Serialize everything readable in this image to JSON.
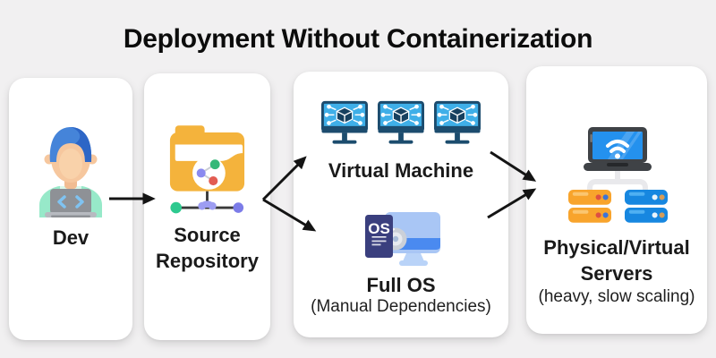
{
  "title": "Deployment Without Containerization",
  "panels": {
    "dev": {
      "label": "Dev"
    },
    "source": {
      "line1": "Source",
      "line2": "Repository"
    },
    "vm_os": {
      "vm_label": "Virtual Machine",
      "os_label": "Full OS",
      "os_sublabel": "(Manual Dependencies)",
      "os_box_text": "OS"
    },
    "servers": {
      "line1": "Physical/Virtual",
      "line2": "Servers",
      "sublabel": "(heavy, slow scaling)"
    }
  },
  "flow": [
    {
      "from": "dev",
      "to": "source-repository"
    },
    {
      "from": "source-repository",
      "to": "virtual-machine"
    },
    {
      "from": "source-repository",
      "to": "full-os"
    },
    {
      "from": "virtual-machine",
      "to": "physical-virtual-servers"
    },
    {
      "from": "full-os",
      "to": "physical-virtual-servers"
    }
  ],
  "icons": {
    "dev": "developer-at-laptop-icon",
    "source": "folder-version-network-icon",
    "vm": "vm-monitor-cube-icon",
    "os": "os-box-disc-monitor-icon",
    "servers": "laptop-with-server-stacks-icon"
  },
  "colors": {
    "background": "#F1F0F1",
    "panel": "#FFFFFF",
    "text": "#1A1A1A",
    "arrow": "#141414",
    "hair_blue": "#4584D9",
    "shirt_mint": "#97E9C9",
    "skin": "#F6C79E",
    "folder_yellow": "#F4B33C",
    "dot_green": "#2DC98F",
    "dot_red": "#E25C52",
    "dot_purple": "#7C7CE8",
    "monitor_screen_blue": "#3FAFE8",
    "monitor_navy": "#1C4C6E",
    "os_box_indigo": "#3A3F7E",
    "os_monitor_periwinkle": "#A9C6F5",
    "os_monitor_band": "#4A8AF0",
    "laptop_frame": "#3F4246",
    "laptop_screen": "#2491EE",
    "server_orange": "#F8A42C",
    "server_blue": "#1787E0"
  }
}
